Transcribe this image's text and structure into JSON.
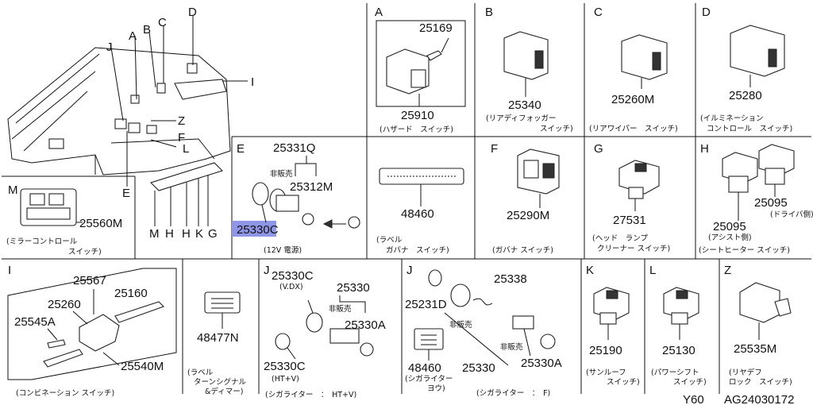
{
  "overview": {
    "letters": [
      "A",
      "B",
      "C",
      "D",
      "I",
      "J",
      "Z",
      "F",
      "L",
      "E",
      "M",
      "H",
      "H",
      "K",
      "G"
    ]
  },
  "panels": {
    "A": {
      "letter": "A",
      "parts": [
        "25169",
        "25910"
      ],
      "caption": "(ハザード　スイッチ)"
    },
    "B": {
      "letter": "B",
      "parts": [
        "25340"
      ],
      "caption1": "(リアディフォッガー",
      "caption2": "スイッチ)"
    },
    "C": {
      "letter": "C",
      "parts": [
        "25260M"
      ],
      "caption": "(リアワイパー　スイッチ)"
    },
    "D": {
      "letter": "D",
      "parts": [
        "25280"
      ],
      "caption1": "(イルミネーション",
      "caption2": "コントロール　スイッチ)"
    },
    "M": {
      "letter": "M",
      "parts": [
        "25560M"
      ],
      "caption1": "(ミラーコントロール",
      "caption2": "スイッチ)"
    },
    "E": {
      "letter": "E",
      "parts": [
        "25331Q",
        "25312M",
        "25330C"
      ],
      "note": "非販売",
      "caption": "(12V 電源)"
    },
    "Lbl1": {
      "parts": [
        "48460"
      ],
      "caption1": "(ラベル",
      "caption2": "ガバナ　スイッチ)"
    },
    "F": {
      "letter": "F",
      "parts": [
        "25290M"
      ],
      "caption": "(ガバナ スイッチ)"
    },
    "G": {
      "letter": "G",
      "parts": [
        "27531"
      ],
      "caption1": "(ヘッド　ランプ",
      "caption2": "クリーナー スイッチ)"
    },
    "H": {
      "letter": "H",
      "parts": [
        "25095",
        "25095"
      ],
      "sub1": "(ドライバ側)",
      "sub2": "(アシスト側)",
      "caption": "(シートヒーター スイッチ)"
    },
    "I": {
      "letter": "I",
      "parts": [
        "25567",
        "25260",
        "25160",
        "25545A",
        "25540M"
      ],
      "caption": "(コンビネーション スイッチ)"
    },
    "Lbl2": {
      "parts": [
        "48477N"
      ],
      "caption1": "(ラベル",
      "caption2": "ターンシグナル",
      "caption3": "&ディマー)"
    },
    "J1": {
      "letter": "J",
      "parts": [
        "25330C",
        "25330",
        "25330A",
        "25330C"
      ],
      "sub1": "(V.DX)",
      "sub2": "(HT+V)",
      "note": "非販売",
      "caption": "(シガライター　：　HT+V)"
    },
    "J2": {
      "letter": "J",
      "parts": [
        "25338",
        "25231D",
        "48460",
        "25330",
        "25330A"
      ],
      "note1": "非販売",
      "note2": "非販売",
      "sub": "(シガライター",
      "sub2": "ヨウ)",
      "caption": "(シガライター　：　F)"
    },
    "K": {
      "letter": "K",
      "parts": [
        "25190"
      ],
      "caption1": "(サンルーフ",
      "caption2": "スイッチ)"
    },
    "L": {
      "letter": "L",
      "parts": [
        "25130"
      ],
      "caption1": "(パワーシフト",
      "caption2": "スイッチ)"
    },
    "Z": {
      "letter": "Z",
      "parts": [
        "25535M"
      ],
      "caption1": "(リヤデフ",
      "caption2": "ロック　スイッチ)"
    }
  },
  "footer": {
    "model": "Y60",
    "code": "AG24030172"
  },
  "colors": {
    "highlight": "#8f96e6",
    "line": "#111111"
  }
}
